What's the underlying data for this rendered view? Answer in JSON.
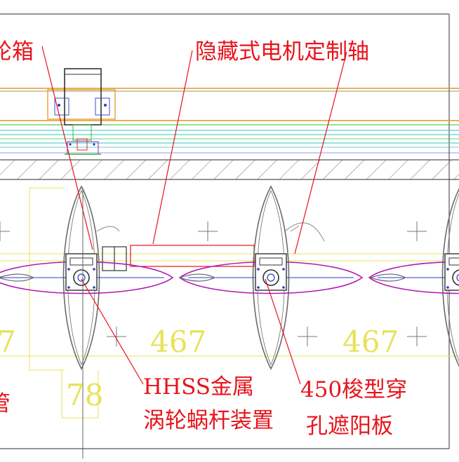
{
  "labels": {
    "gearbox_fragment": "轮箱",
    "hidden_motor_shaft": "隐藏式电机定制轴",
    "worm_gear_line1": "HHSS金属",
    "worm_gear_line2": "涡轮蜗杆装置",
    "blade_line1": "450梭型穿",
    "blade_line2": "孔遮阳板",
    "left_fragment": "管"
  },
  "dimensions": {
    "spacing_left_partial": "7",
    "spacing_middle": "467",
    "spacing_right": "467",
    "blade_width": "78"
  },
  "colors": {
    "annotation_red": "#e8131b",
    "dimension_yellow": "#e8e25a",
    "line_cyan": "#33c3c6",
    "line_green": "#2fbf3c",
    "line_orange": "#e09a1e",
    "blade_magenta": "#b01ab8",
    "blade_grey": "#6b6b6b",
    "structure_blue": "#2a3cc8"
  }
}
